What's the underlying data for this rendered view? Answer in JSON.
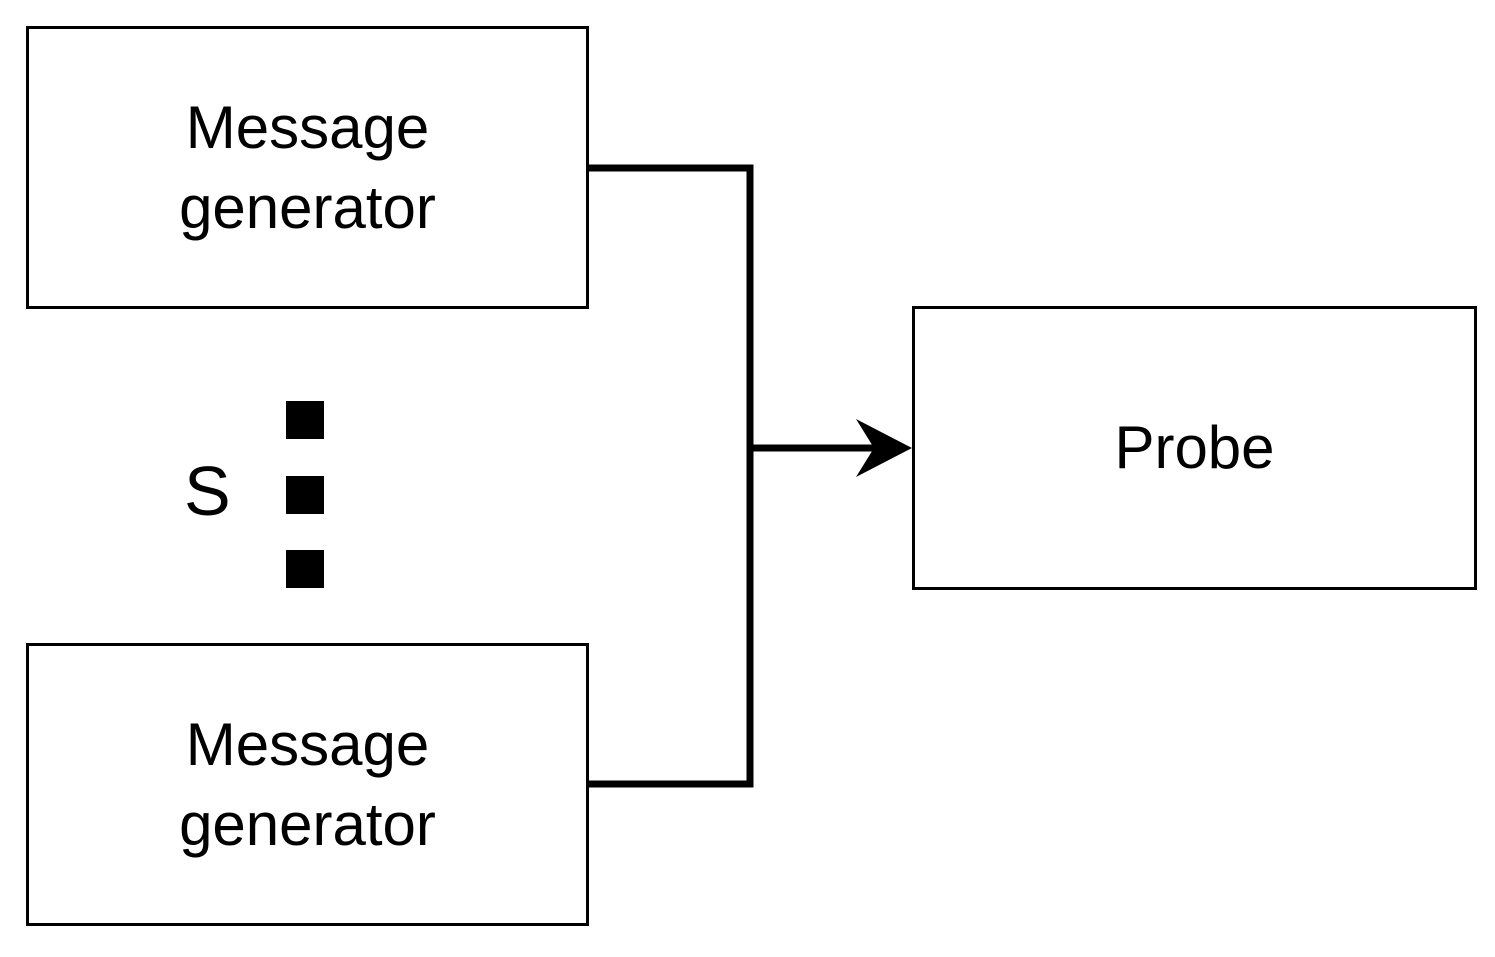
{
  "generators": [
    {
      "line1": "Message",
      "line2": "generator"
    },
    {
      "line1": "Message",
      "line2": "generator"
    }
  ],
  "probe": {
    "label": "Probe"
  },
  "count_label": "S"
}
